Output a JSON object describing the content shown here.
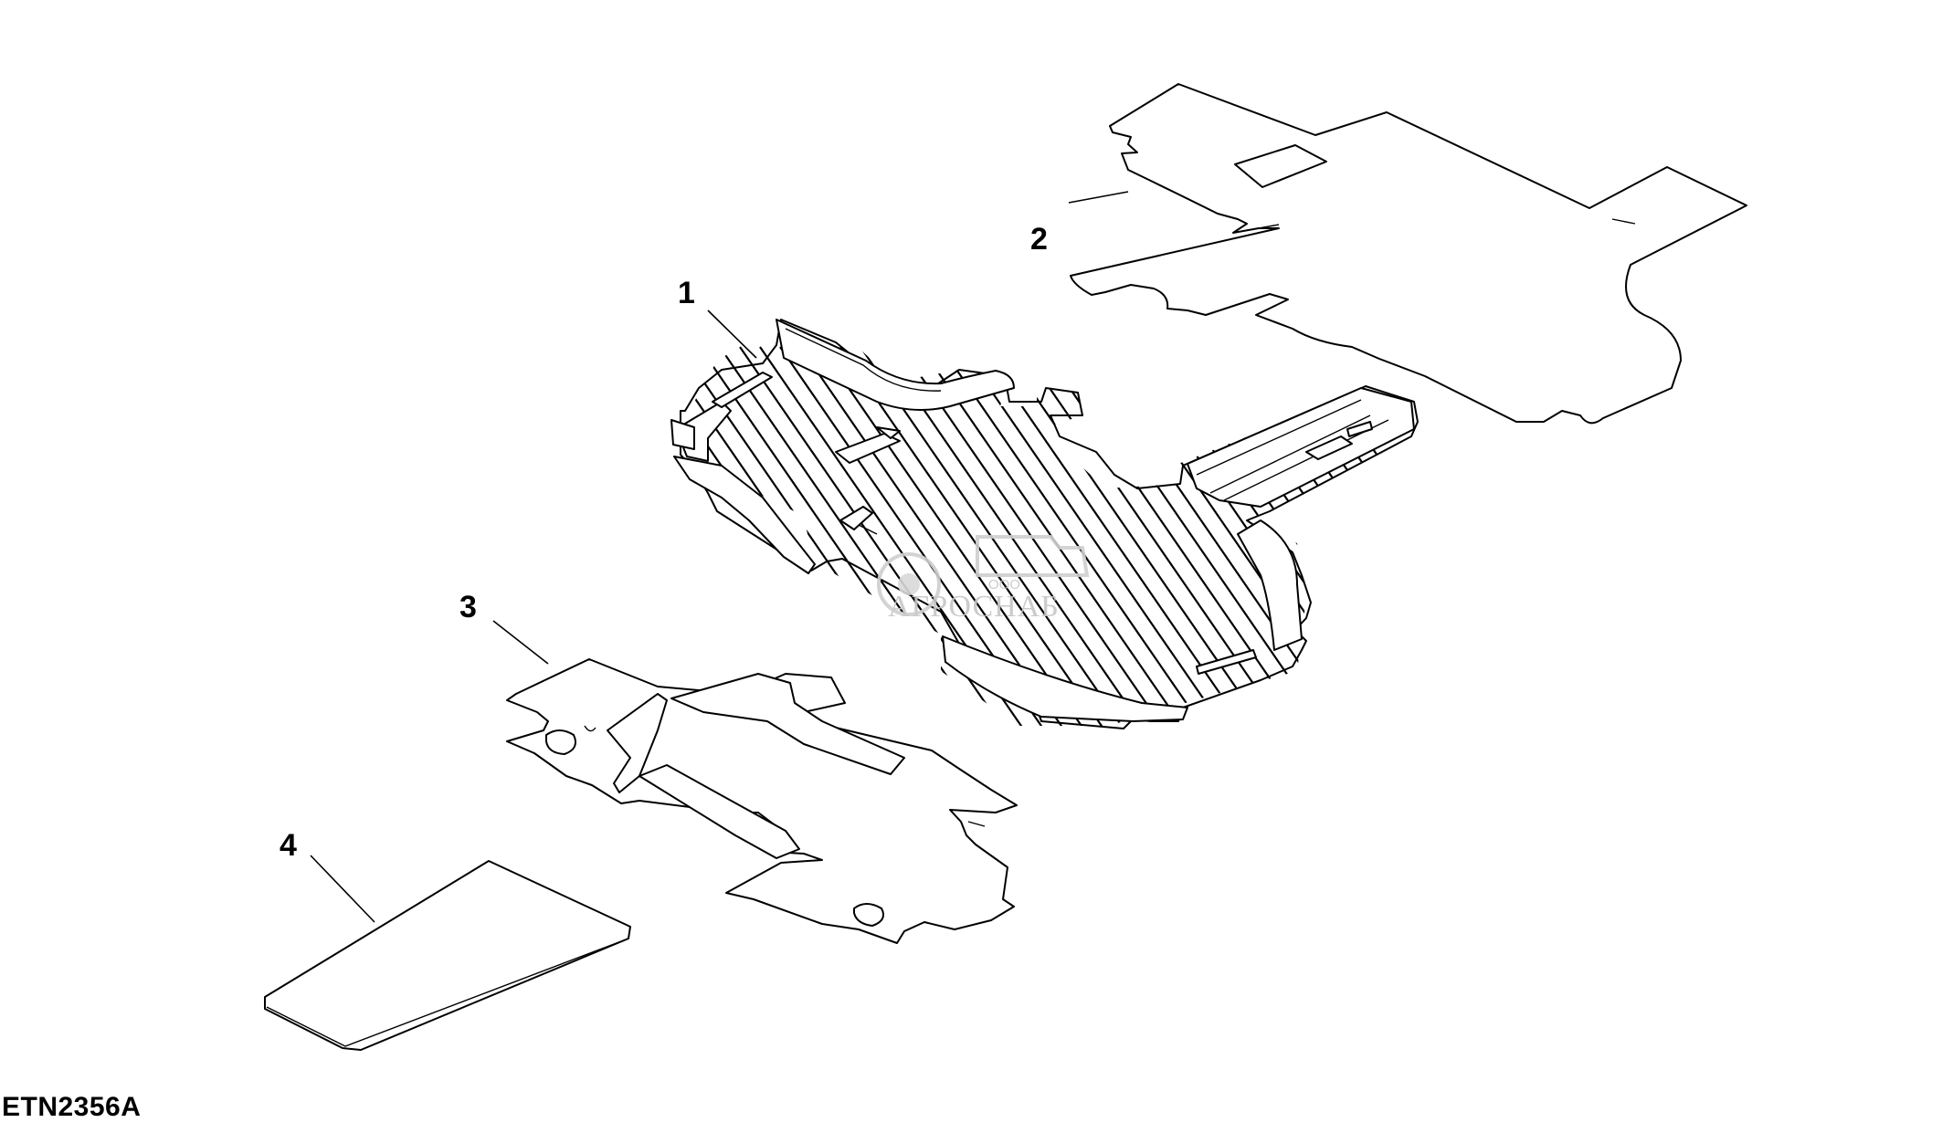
{
  "figure_id": "ETN2356A",
  "callouts": [
    {
      "number": "1"
    },
    {
      "number": "2"
    },
    {
      "number": "3"
    },
    {
      "number": "4"
    }
  ],
  "watermark": {
    "company_prefix": "ООО",
    "company_name": "АГРОСНАБ"
  }
}
